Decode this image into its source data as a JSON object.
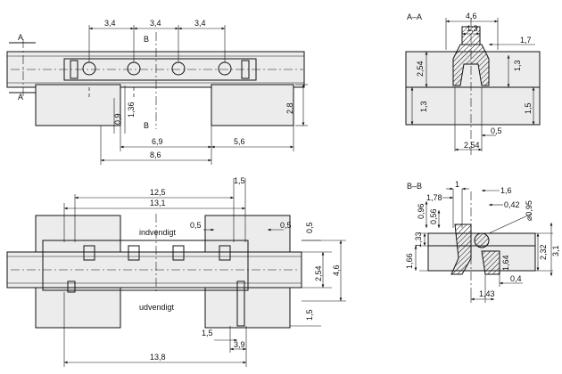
{
  "views": {
    "section_aa": {
      "title": "A–A"
    },
    "section_bb": {
      "title": "B–B"
    }
  },
  "labels": {
    "section_a_top": "A",
    "section_a_bottom": "A",
    "section_b_top": "B",
    "section_b_bottom": "B",
    "inside": "indvendigt",
    "outside": "udvendigt"
  },
  "dims": {
    "front": {
      "pitch_1": "3,4",
      "pitch_2": "3,4",
      "pitch_3": "3,4",
      "offset_09": "0,9",
      "offset_136": "1,36",
      "height_28": "2,8",
      "width_69": "6,9",
      "width_56": "5,6",
      "width_86": "8,6"
    },
    "aa": {
      "width_46": "4,6",
      "width_13a": "1,3",
      "width_17": "1,7",
      "height_254": "2,54",
      "height_13b": "1,3",
      "height_13c": "1,3",
      "height_15": "1,5",
      "width_05": "0,5",
      "width_254": "2,54"
    },
    "plan": {
      "width_15": "1,5",
      "width_125": "12,5",
      "width_131": "13,1",
      "gap_05a": "0,5",
      "gap_05b": "0,5",
      "gap_05c": "0,5",
      "pitch_254": "2,54",
      "height_46": "4,6",
      "gap_15b": "1,5",
      "gap_15c": "1,5",
      "width_39": "3,9",
      "width_138": "13,8"
    },
    "bb": {
      "width_1": "1",
      "width_178": "1,78",
      "width_16": "1,6",
      "height_096": "0,96",
      "height_056": "0,56",
      "width_042": "0,42",
      "diameter": "⌀0,95",
      "height_133": "1,33",
      "height_166": "1,66",
      "height_164": "1,64",
      "height_232": "2,32",
      "height_31": "3,1",
      "width_04": "0,4",
      "width_143": "1,43"
    }
  }
}
